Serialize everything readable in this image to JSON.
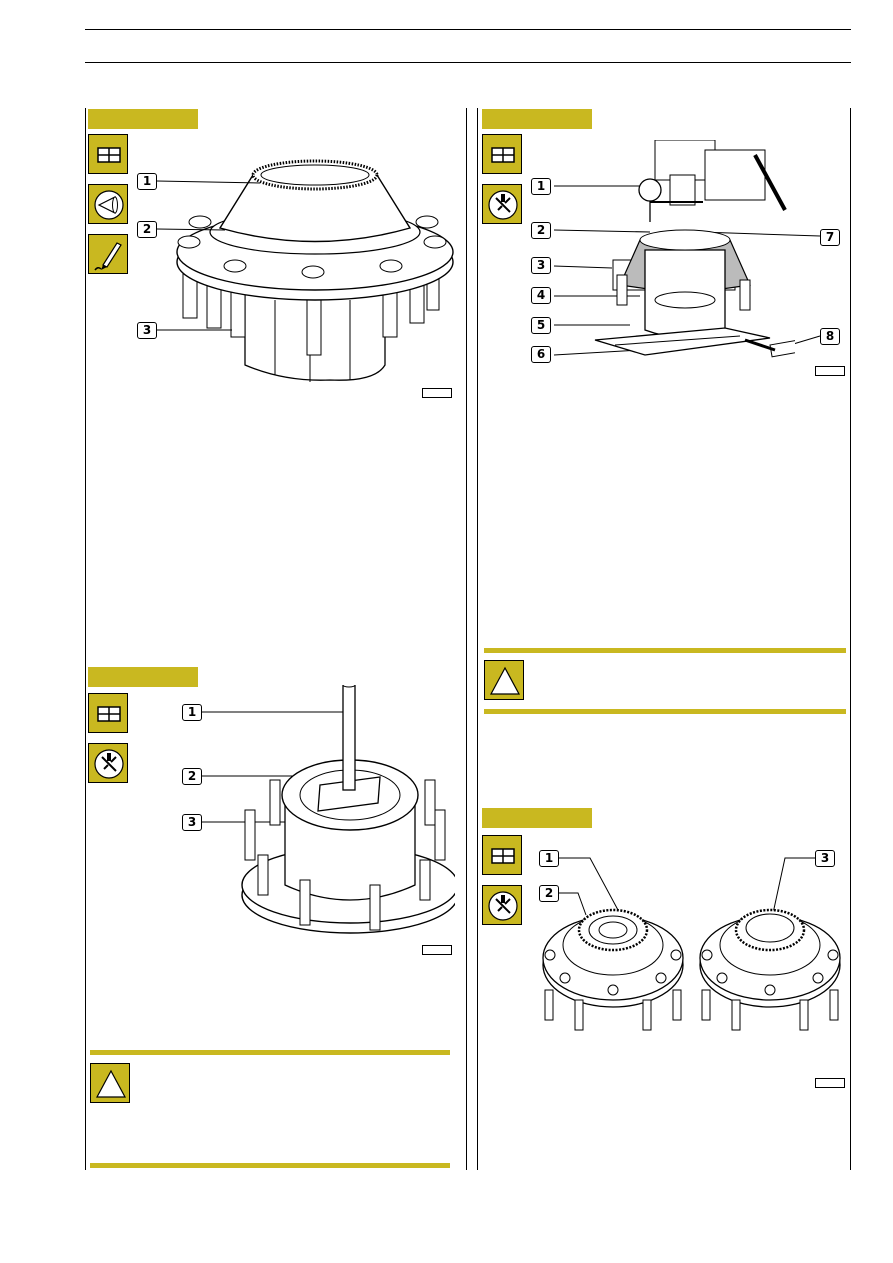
{
  "colors": {
    "accent": "#c9b820",
    "ink": "#000000",
    "paper": "#ffffff"
  },
  "icons": {
    "disassembly": "grid-icon",
    "inspection": "cone-eye-icon",
    "marking": "marker-pen-icon",
    "tool": "special-tool-icon",
    "warning": "warning-triangle-icon"
  },
  "figures": {
    "fig_a": {
      "labels": [
        "1",
        "2",
        "3"
      ]
    },
    "fig_b": {
      "labels": [
        "1",
        "2",
        "3"
      ]
    },
    "fig_c": {
      "labels": [
        "1",
        "2",
        "3",
        "4",
        "5",
        "6",
        "7",
        "8"
      ]
    },
    "fig_d": {
      "labels": [
        "1",
        "2",
        "3"
      ]
    }
  }
}
